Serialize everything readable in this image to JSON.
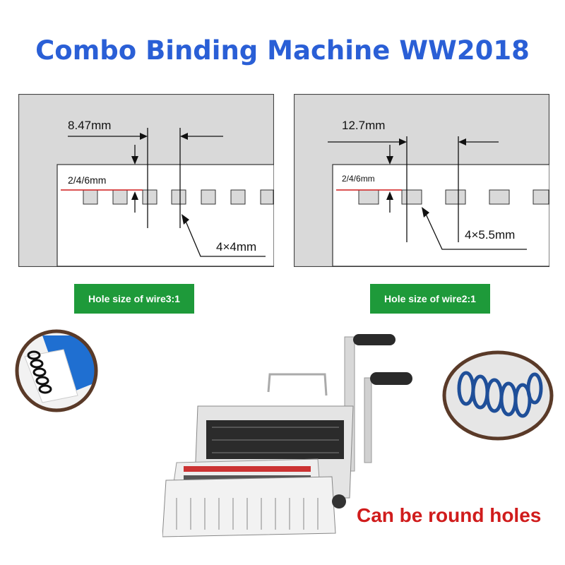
{
  "title": "Combo Binding Machine WW2018",
  "diagram_left": {
    "pitch_label": "8.47mm",
    "margin_label": "2/4/6mm",
    "hole_label": "4×4mm",
    "badge": "Hole size of wire3:1"
  },
  "diagram_right": {
    "pitch_label": "12.7mm",
    "margin_label": "2/4/6mm",
    "hole_label": "4×5.5mm",
    "badge": "Hole size of wire2:1"
  },
  "caption": "Can be round holes",
  "colors": {
    "title": "#2a5fd6",
    "badge": "#1e9a3a",
    "caption": "#d01c1c",
    "diagram_bg": "#d9d9d9",
    "wire_blue": "#1f4f99"
  }
}
